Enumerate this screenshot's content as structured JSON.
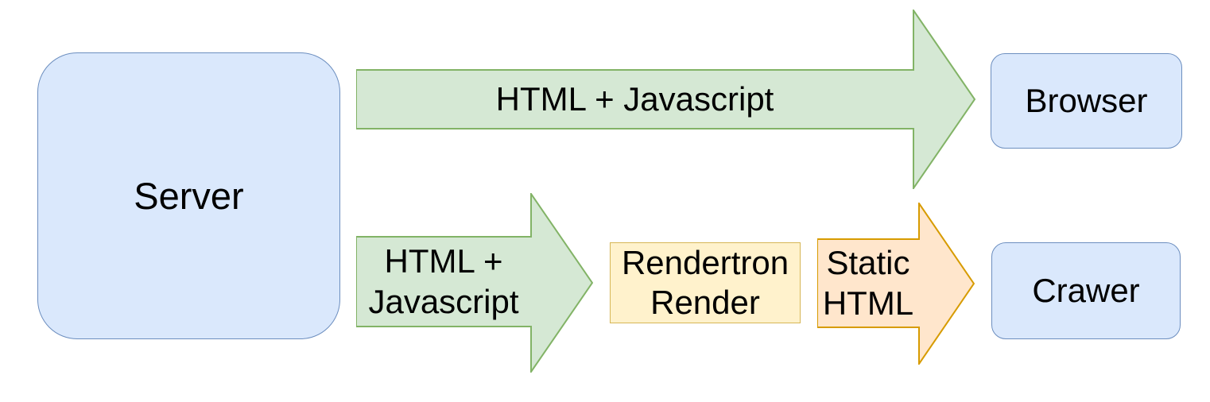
{
  "diagram": {
    "description": "Server rendering flow diagram",
    "nodes": {
      "server": {
        "label": "Server"
      },
      "browser": {
        "label": "Browser"
      },
      "rendertron": {
        "label": "Rendertron\nRender"
      },
      "crawler": {
        "label": "Crawer"
      }
    },
    "arrows": {
      "server_to_browser": {
        "label": "HTML + Javascript",
        "direction": "right"
      },
      "server_to_rendertron": {
        "label": "HTML +\nJavascript",
        "direction": "right"
      },
      "rendertron_to_crawler": {
        "label": "Static\nHTML",
        "direction": "right"
      }
    },
    "colors": {
      "node_fill": "#dae8fc",
      "node_border": "#6c8ebf",
      "green_arrow_fill": "#d5e8d4",
      "green_arrow_border": "#82b366",
      "yellow_box_fill": "#fff2cc",
      "yellow_box_border": "#d6b656",
      "orange_arrow_fill": "#ffe6cc",
      "orange_arrow_border": "#d79b00",
      "text": "#000000",
      "background": "#ffffff"
    }
  }
}
